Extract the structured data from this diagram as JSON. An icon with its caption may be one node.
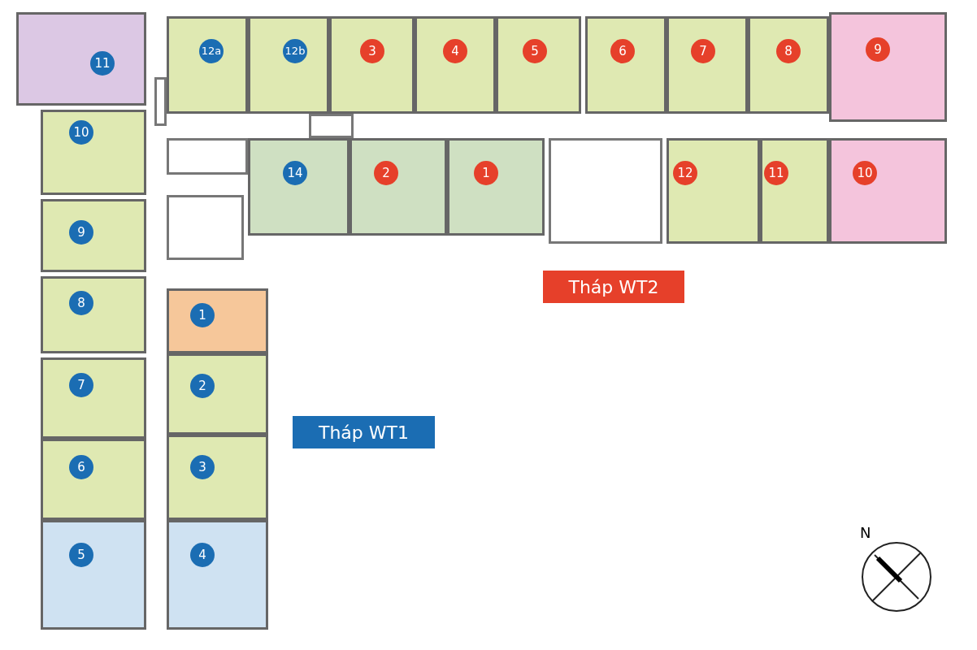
{
  "diagram": {
    "nodes": [
      {
        "text": [
          "11"
        ]
      },
      {
        "text": [
          "12a"
        ]
      },
      {
        "text": [
          "12b"
        ]
      },
      {
        "text": [
          "3"
        ]
      },
      {
        "text": [
          "4"
        ]
      },
      {
        "text": [
          "5"
        ]
      },
      {
        "text": [
          "6"
        ]
      },
      {
        "text": [
          "7"
        ]
      },
      {
        "text": [
          "8"
        ]
      },
      {
        "text": [
          "9"
        ]
      },
      {
        "text": [
          "10"
        ]
      },
      {
        "text": [
          "14"
        ]
      },
      {
        "text": [
          "2"
        ]
      },
      {
        "text": [
          "1"
        ]
      },
      {
        "text": [
          "12"
        ]
      },
      {
        "text": [
          "11"
        ]
      },
      {
        "text": [
          "10"
        ]
      },
      {
        "text": [
          "9"
        ]
      },
      {
        "text": [
          "Tháp WT2"
        ]
      },
      {
        "text": [
          "1"
        ]
      },
      {
        "text": [
          "8"
        ]
      },
      {
        "text": [
          "2"
        ]
      },
      {
        "text": [
          "7"
        ]
      },
      {
        "text": [
          "Tháp WT1"
        ]
      },
      {
        "text": [
          "3"
        ]
      },
      {
        "text": [
          "6"
        ]
      },
      {
        "text": [
          "5"
        ]
      },
      {
        "text": [
          "4"
        ]
      }
    ],
    "labels": [
      "N"
    ]
  }
}
